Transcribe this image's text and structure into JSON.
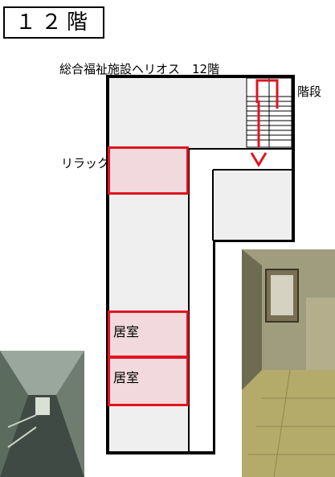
{
  "floor_label": "１２階",
  "building_title": "総合福祉施設ヘリオス　12階",
  "labels": {
    "stairs": "階段",
    "relax_room": "リラックスルーム"
  },
  "rooms": [
    {
      "label": "居室"
    },
    {
      "label": "居室"
    }
  ],
  "colors": {
    "highlight": "#e0141e",
    "room_fill": "#f1d9dd",
    "floor_fill": "#efefef"
  }
}
